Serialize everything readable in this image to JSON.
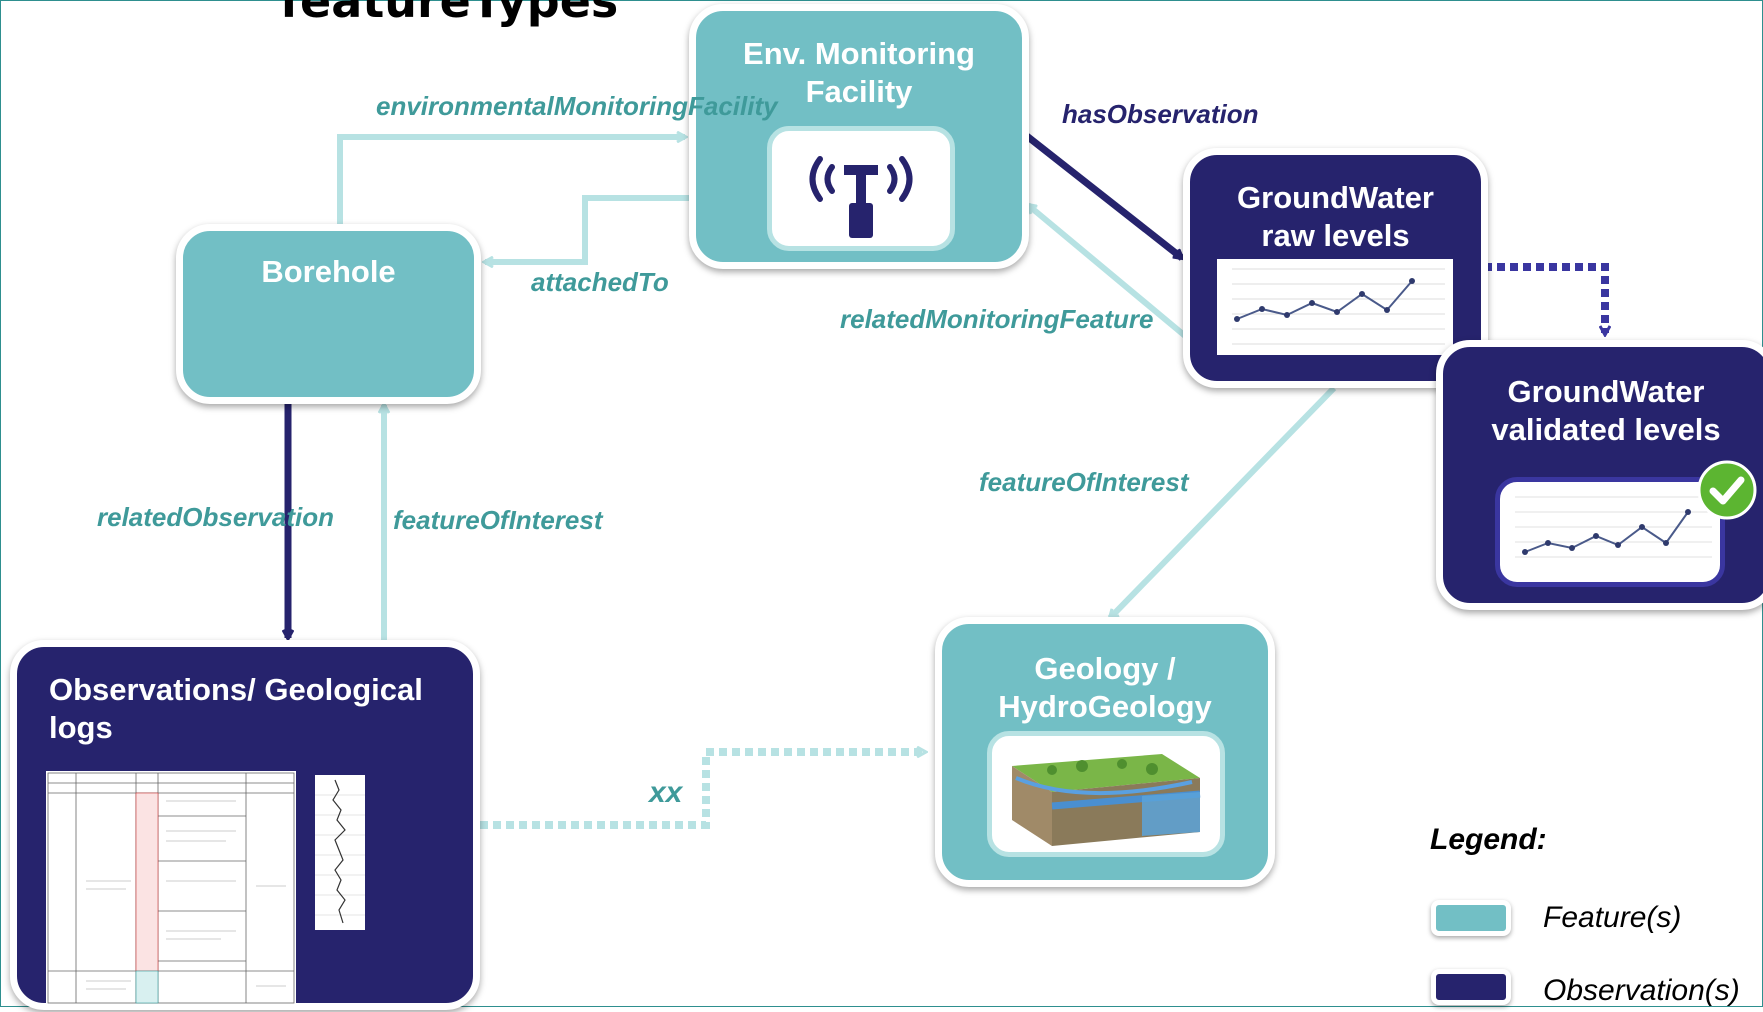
{
  "title": "featureTypes",
  "nodes": {
    "env_facility": "Env. Monitoring Facility",
    "borehole": "Borehole",
    "gw_raw": "GroundWater raw levels",
    "gw_validated": "GroundWater validated levels",
    "geology": "Geology / HydroGeology",
    "observations": "Observations/ Geological logs"
  },
  "connections": {
    "environmental_monitoring_facility": "environmentalMonitoringFacility",
    "has_observation": "hasObservation",
    "attached_to": "attachedTo",
    "related_monitoring_feature": "relatedMonitoringFeature",
    "feature_of_interest_right": "featureOfInterest",
    "related_observation": "relatedObservation",
    "feature_of_interest_left": "featureOfInterest",
    "xx": "xx"
  },
  "legend": {
    "title": "Legend:",
    "feature": "Feature(s)",
    "observation": "Observation(s)"
  },
  "colors": {
    "feature": "#72bfc5",
    "observation": "#26236d",
    "feature_arrow": "#b7e2e3",
    "observation_arrow": "#26236d",
    "validated_check": "#5cb531"
  },
  "icons": {
    "env_facility": "antenna-icon",
    "gw_raw": "line-chart-icon",
    "gw_validated": "line-chart-icon",
    "validated_badge": "checkmark-icon",
    "geology": "terrain-block-icon",
    "observations": "borehole-log-icon"
  }
}
